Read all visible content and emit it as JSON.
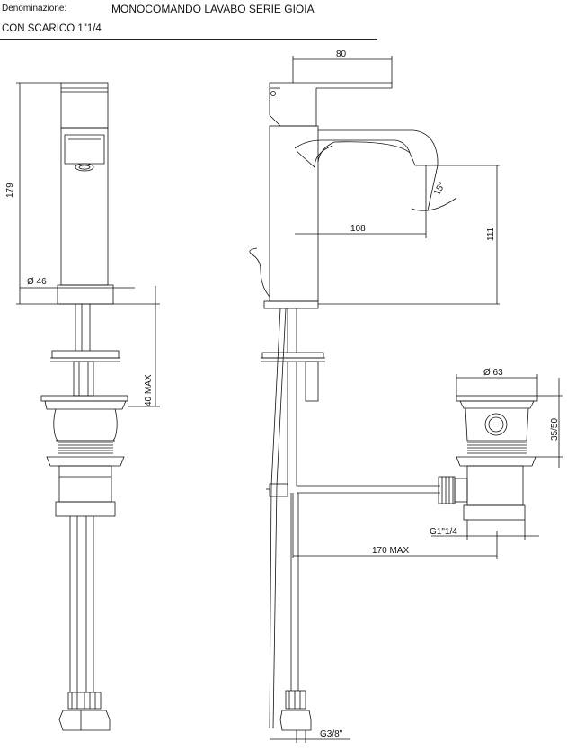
{
  "header": {
    "label": "Denominazione:",
    "title": "MONOCOMANDO LAVABO SERIE GIOIA",
    "subtitle": "CON SCARICO 1\"1/4"
  },
  "dimensions": {
    "height_total": "179",
    "diameter_base": "Ø 46",
    "depth_max": "40 MAX",
    "spout_top": "80",
    "spout_reach": "108",
    "spout_height": "111",
    "angle": "15°",
    "waste_diameter": "Ø 63",
    "waste_height": "35/50",
    "waste_thread": "G1\"1/4",
    "rod_length": "170 MAX",
    "hose_thread": "G3/8\""
  }
}
